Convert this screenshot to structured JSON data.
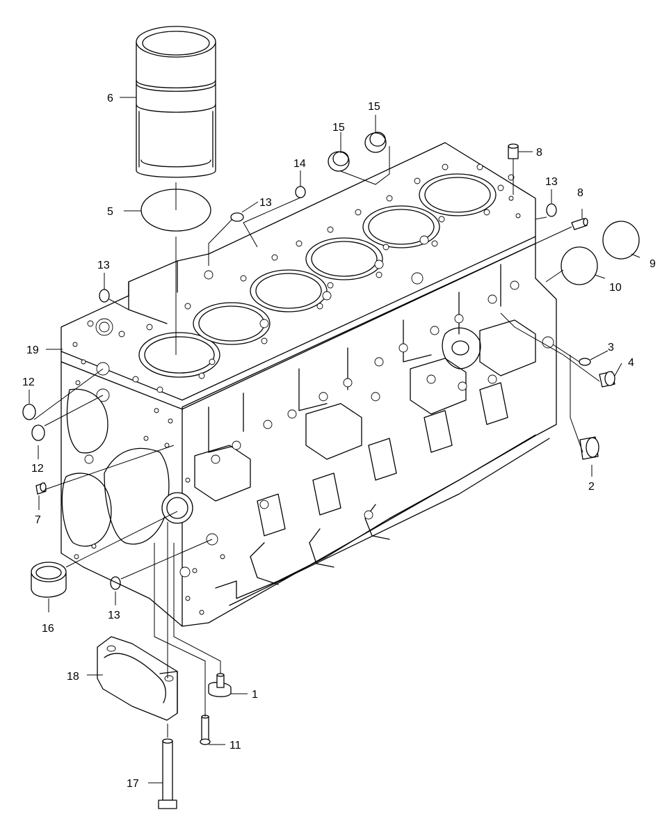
{
  "callouts": {
    "c1": "1",
    "c2": "2",
    "c3": "3",
    "c4": "4",
    "c5": "5",
    "c6": "6",
    "c7": "7",
    "c8a": "8",
    "c8b": "8",
    "c9": "9",
    "c10": "10",
    "c11": "11",
    "c12a": "12",
    "c12b": "12",
    "c13a": "13",
    "c13b": "13",
    "c13c": "13",
    "c13d": "13",
    "c14": "14",
    "c15a": "15",
    "c15b": "15",
    "c16": "16",
    "c17": "17",
    "c18": "18",
    "c19": "19"
  },
  "colors": {
    "line": "#000000",
    "background": "#ffffff"
  }
}
